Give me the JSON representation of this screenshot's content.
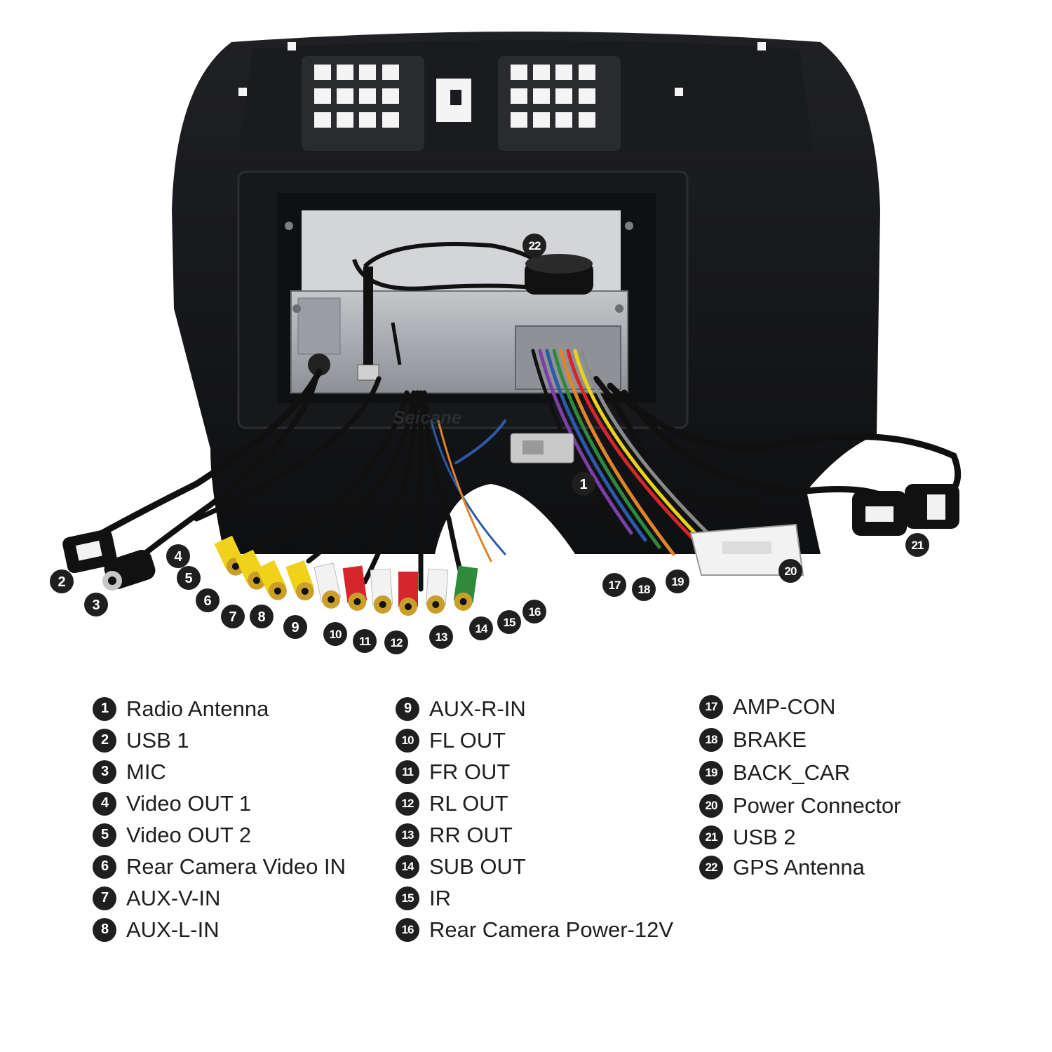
{
  "watermark": "Seicane",
  "markers": [
    "1",
    "2",
    "3",
    "4",
    "5",
    "6",
    "7",
    "8",
    "9",
    "10",
    "11",
    "12",
    "13",
    "14",
    "15",
    "16",
    "17",
    "18",
    "19",
    "20",
    "21",
    "22"
  ],
  "legend": {
    "col1": [
      {
        "num": "1",
        "label": "Radio Antenna"
      },
      {
        "num": "2",
        "label": "USB 1"
      },
      {
        "num": "3",
        "label": "MIC"
      },
      {
        "num": "4",
        "label": "Video OUT 1"
      },
      {
        "num": "5",
        "label": "Video OUT 2"
      },
      {
        "num": "6",
        "label": "Rear Camera Video IN"
      },
      {
        "num": "7",
        "label": "AUX-V-IN"
      },
      {
        "num": "8",
        "label": "AUX-L-IN"
      }
    ],
    "col2": [
      {
        "num": "9",
        "label": "AUX-R-IN"
      },
      {
        "num": "10",
        "label": "FL OUT"
      },
      {
        "num": "11",
        "label": "FR OUT"
      },
      {
        "num": "12",
        "label": "RL OUT"
      },
      {
        "num": "13",
        "label": "RR OUT"
      },
      {
        "num": "14",
        "label": "SUB OUT"
      },
      {
        "num": "15",
        "label": "IR"
      },
      {
        "num": "16",
        "label": "Rear Camera Power-12V"
      }
    ],
    "col3": [
      {
        "num": "17",
        "label": "AMP-CON"
      },
      {
        "num": "18",
        "label": "BRAKE"
      },
      {
        "num": "19",
        "label": "BACK_CAR"
      },
      {
        "num": "20",
        "label": "Power Connector"
      },
      {
        "num": "21",
        "label": "USB 2"
      },
      {
        "num": "22",
        "label": "GPS Antenna"
      }
    ]
  },
  "colors": {
    "frame": "#141518",
    "unit_metal": "#a7a9ad",
    "rca_yellow": "#f1d21a",
    "rca_white": "#f2f2f2",
    "rca_red": "#d7262b",
    "rca_green": "#2f8a3c",
    "marker": "#1f1f1f"
  }
}
